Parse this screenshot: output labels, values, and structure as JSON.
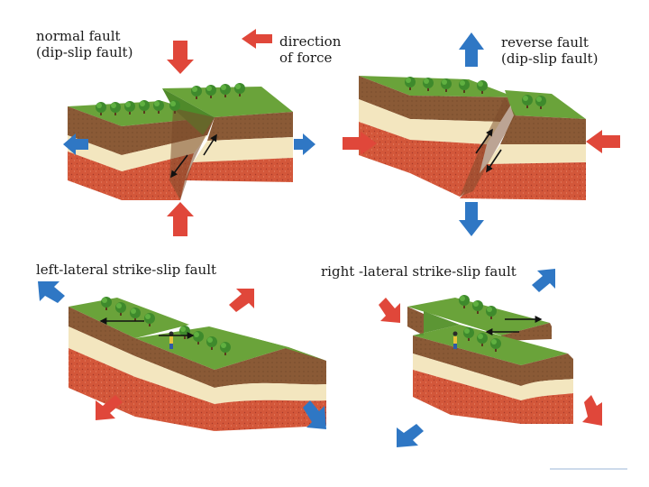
{
  "normal_fault": {
    "title": "normal fault",
    "subtitle": "(dip-slip fault)"
  },
  "reverse_fault": {
    "title": "reverse fault",
    "subtitle": "(dip-slip fault)"
  },
  "legend": {
    "line1": "direction",
    "line2": "of force"
  },
  "left_lateral": {
    "title": "left-lateral strike-slip fault"
  },
  "right_lateral": {
    "title": "right -lateral strike-slip fault"
  },
  "colors": {
    "grass": "#6aa33a",
    "grass_dark": "#4f8a2a",
    "soil": "#8a5a36",
    "sand": "#f3e6bf",
    "rock": "#d3573a",
    "push_arrow": "#e0473a",
    "pull_arrow": "#2f77c4",
    "tree": "#3e8a2c"
  },
  "icons": [
    "red-force-arrow-icon",
    "blue-force-arrow-icon",
    "tree-icon",
    "person-icon",
    "motion-arrow-icon"
  ]
}
